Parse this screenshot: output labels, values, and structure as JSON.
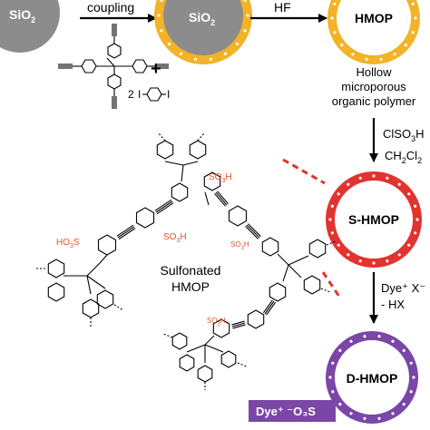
{
  "colors": {
    "gray_sphere": "#8c8c8c",
    "gold_ring": "#f2b327",
    "red_ring": "#e2332e",
    "purple_ring": "#7a47a6",
    "sulfonate_orange": "#e0562c",
    "dashed_red": "#e2332e"
  },
  "reaction": {
    "sio2_left": "SiO",
    "sio2_left_sub": "2",
    "coupling": "coupling",
    "sio2_core": "SiO",
    "sio2_core_sub": "2",
    "hf": "HF",
    "plus": "+",
    "reagent_count": "2",
    "iodine_left": "I",
    "iodine_right": "I"
  },
  "particles": {
    "hmop": "HMOP",
    "hmop_caption_1": "Hollow",
    "hmop_caption_2": "microporous",
    "hmop_caption_3": "organic polymer",
    "s_hmop": "S-HMOP",
    "d_hmop": "D-HMOP"
  },
  "steps": {
    "sulfonation_reagent_1a": "ClSO",
    "sulfonation_reagent_1b": "3",
    "sulfonation_reagent_1c": "H",
    "sulfonation_reagent_2a": "CH",
    "sulfonation_reagent_2b": "2",
    "sulfonation_reagent_2c": "Cl",
    "sulfonation_reagent_2d": "2",
    "exchange_reagent_1": "Dye⁺ X⁻",
    "exchange_reagent_2": "- HX"
  },
  "structure": {
    "caption_1": "Sulfonated",
    "caption_2": "HMOP",
    "so3h_labels": [
      "SO3H",
      "SO3H",
      "SO3H",
      "SO3H",
      "SO3H"
    ]
  },
  "dye_box": {
    "label": "Dye⁺ ⁻O₃S"
  }
}
